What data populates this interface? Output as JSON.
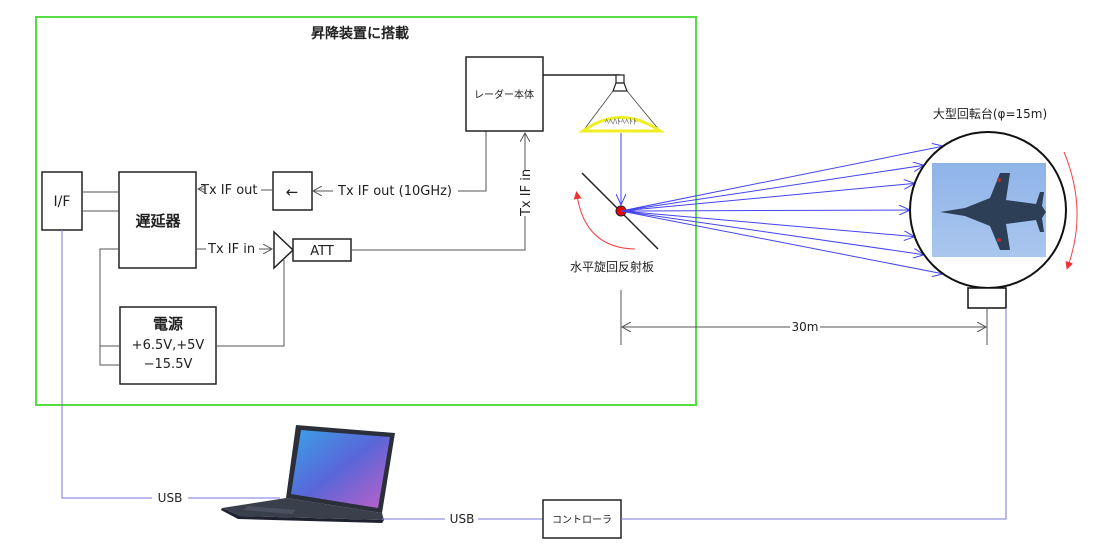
{
  "frame": {
    "title": "昇降装置に搭載",
    "border_color": "#55dd44"
  },
  "blocks": {
    "interface": "I/F",
    "delay": "遅延器",
    "radar": "レーダー本体",
    "power": {
      "title": "電源",
      "line1": "+6.5V,+5V",
      "line2": "−15.5V"
    },
    "arrow_box": "←",
    "att": "ATT",
    "controller": "コントローラ"
  },
  "signals": {
    "tx_if_out": "Tx IF out",
    "tx_if_out_10ghz": "Tx IF out (10GHz)",
    "tx_if_in_delay": "Tx IF in",
    "tx_if_in_vertical": "Tx IF in"
  },
  "reflector": {
    "label": "水平旋回反射板"
  },
  "turntable": {
    "label": "大型回転台(φ=15m)"
  },
  "dimension": {
    "distance": "30m"
  },
  "connections": {
    "usb_left": "USB",
    "usb_right": "USB"
  },
  "colors": {
    "line": "#555555",
    "box": "#222222",
    "beam": "#4444ee",
    "usb": "#7777dd",
    "rotation": "#ee4444",
    "lens": "#eeee22",
    "scatter_point": "#ee0000"
  }
}
